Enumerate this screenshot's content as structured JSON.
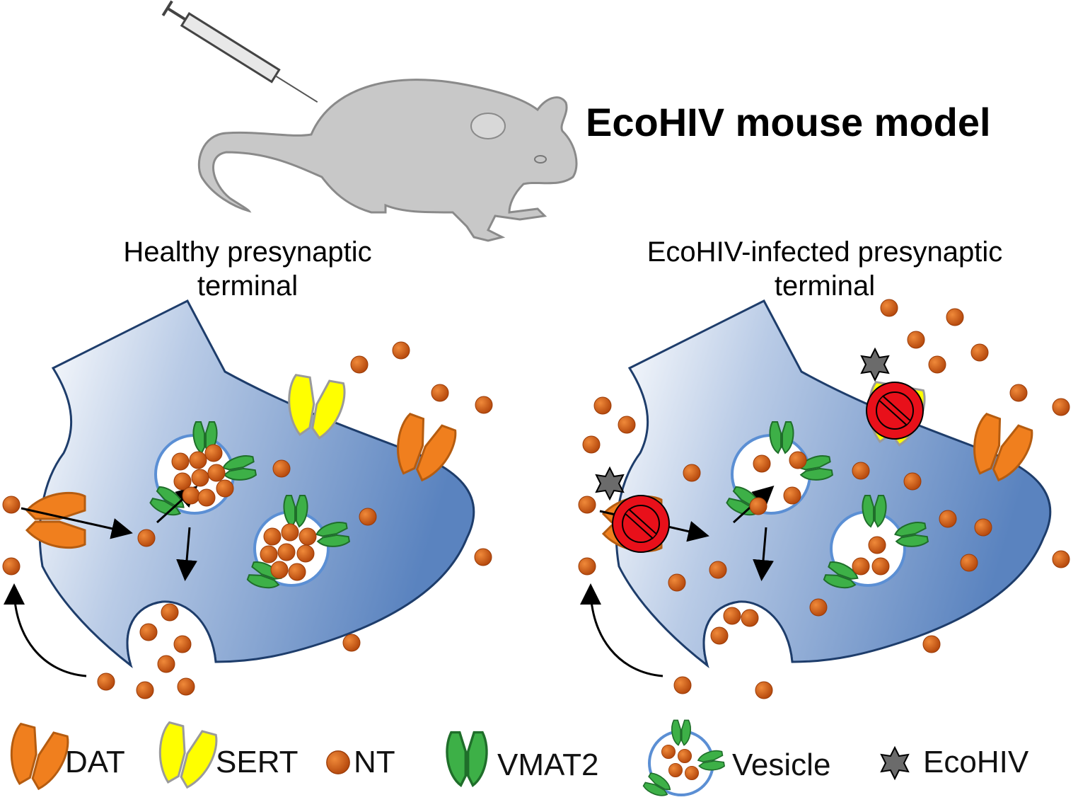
{
  "title": "EcoHIV mouse model",
  "panels": {
    "healthy": {
      "line1": "Healthy presynaptic",
      "line2": "terminal"
    },
    "infected": {
      "line1": "EcoHIV-infected presynaptic",
      "line2": "terminal"
    }
  },
  "legend": {
    "dat": "DAT",
    "sert": "SERT",
    "nt": "NT",
    "vmat2": "VMAT2",
    "vesicle": "Vesicle",
    "ecohiv": "EcoHIV"
  },
  "colors": {
    "dat": "#F07F1E",
    "sert": "#FFFF00",
    "nt": "#C9550F",
    "vmat2": "#3DB047",
    "terminal": "#6F95C8",
    "ecohiv": "#6B6B6B",
    "block": "#E8101A"
  }
}
